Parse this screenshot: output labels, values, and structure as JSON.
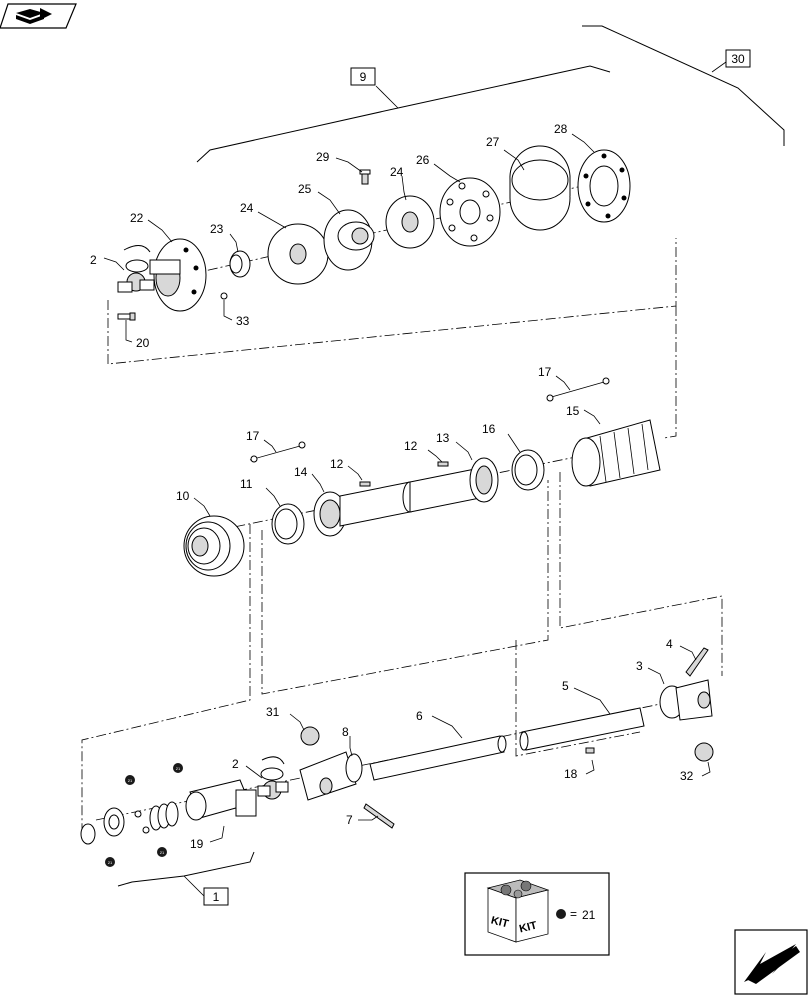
{
  "assemblies": [
    {
      "id": "box-9",
      "label": "9"
    },
    {
      "id": "box-30",
      "label": "30"
    },
    {
      "id": "box-1",
      "label": "1"
    }
  ],
  "callouts": [
    {
      "id": "c29",
      "label": "29"
    },
    {
      "id": "c25",
      "label": "25"
    },
    {
      "id": "c24a",
      "label": "24"
    },
    {
      "id": "c24b",
      "label": "24"
    },
    {
      "id": "c26",
      "label": "26"
    },
    {
      "id": "c27",
      "label": "27"
    },
    {
      "id": "c28",
      "label": "28"
    },
    {
      "id": "c22",
      "label": "22"
    },
    {
      "id": "c23",
      "label": "23"
    },
    {
      "id": "c2a",
      "label": "2"
    },
    {
      "id": "c33",
      "label": "33"
    },
    {
      "id": "c20",
      "label": "20"
    },
    {
      "id": "c17a",
      "label": "17"
    },
    {
      "id": "c17b",
      "label": "17"
    },
    {
      "id": "c15",
      "label": "15"
    },
    {
      "id": "c16",
      "label": "16"
    },
    {
      "id": "c13",
      "label": "13"
    },
    {
      "id": "c12a",
      "label": "12"
    },
    {
      "id": "c12b",
      "label": "12"
    },
    {
      "id": "c14",
      "label": "14"
    },
    {
      "id": "c11",
      "label": "11"
    },
    {
      "id": "c10",
      "label": "10"
    },
    {
      "id": "c4",
      "label": "4"
    },
    {
      "id": "c3",
      "label": "3"
    },
    {
      "id": "c5",
      "label": "5"
    },
    {
      "id": "c6",
      "label": "6"
    },
    {
      "id": "c8",
      "label": "8"
    },
    {
      "id": "c31",
      "label": "31"
    },
    {
      "id": "c2b",
      "label": "2"
    },
    {
      "id": "c7",
      "label": "7"
    },
    {
      "id": "c19",
      "label": "19"
    },
    {
      "id": "c18",
      "label": "18"
    },
    {
      "id": "c32",
      "label": "32"
    }
  ],
  "kit_legend": {
    "box_text_left": "KIT",
    "box_text_right": "KIT",
    "equals": "=",
    "ref": "21"
  },
  "kit_marker_text": "21",
  "icons": {
    "top_left": "book-navigation-icon",
    "bottom_right": "next-page-arrow-icon"
  },
  "colors": {
    "line": "#000000",
    "part_fill": "#ffffff",
    "shade_light": "#d8d8d8",
    "shade_dark": "#9a9a9a",
    "kit_dot": "#1a1a1a"
  }
}
